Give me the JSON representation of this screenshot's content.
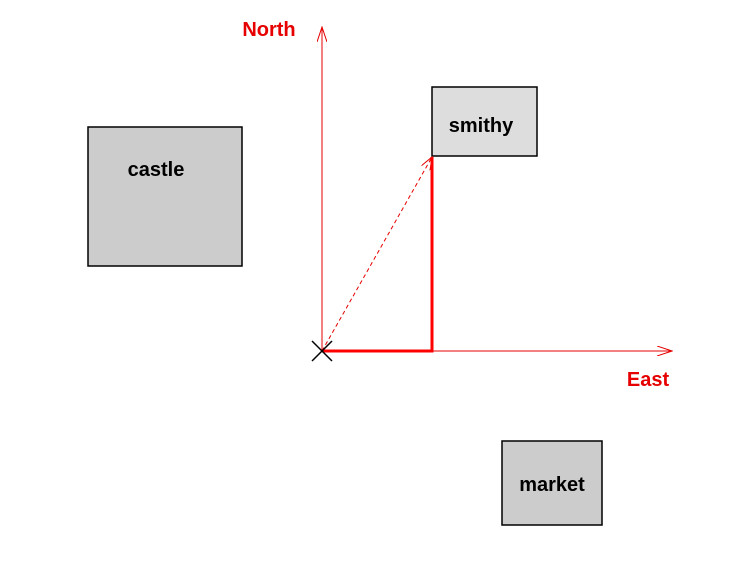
{
  "diagram": {
    "axes": {
      "north_label": "North",
      "east_label": "East",
      "color": "#e60000"
    },
    "buildings": [
      {
        "id": "castle",
        "label": "castle",
        "fill": "#cccccc"
      },
      {
        "id": "smithy",
        "label": "smithy",
        "fill": "#dddddd"
      },
      {
        "id": "market",
        "label": "market",
        "fill": "#cccccc"
      }
    ],
    "path": {
      "origin_marker": "x-mark-icon",
      "route_color": "#ff0000",
      "segments": [
        "east",
        "north"
      ],
      "direct_line": "dashed"
    }
  }
}
